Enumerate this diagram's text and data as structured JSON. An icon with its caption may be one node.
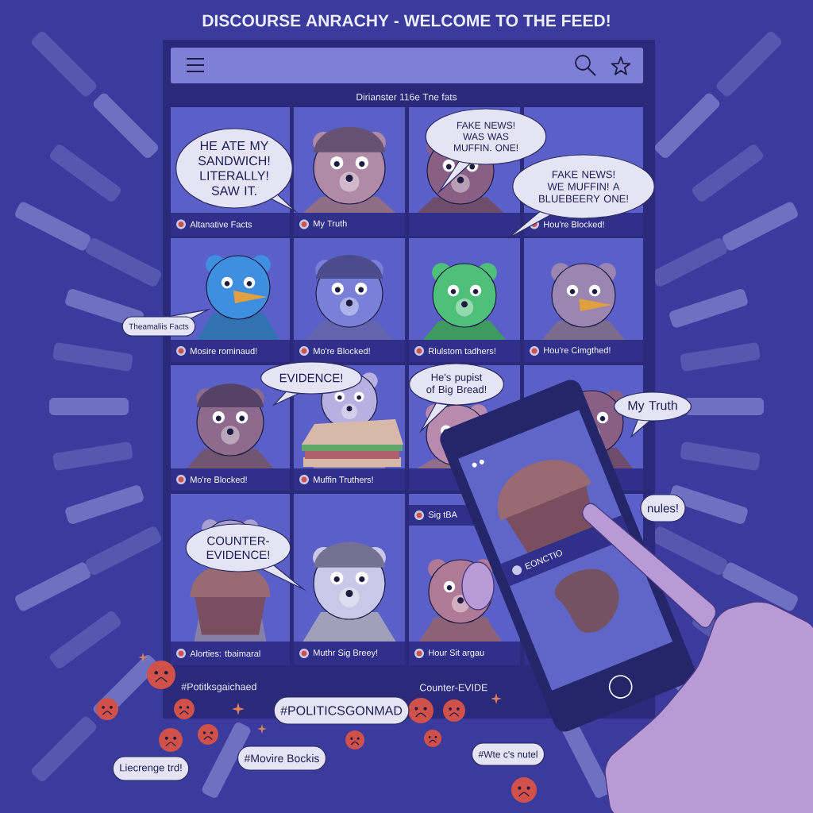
{
  "diagram": {
    "title": "DISCOURSE ANRACHY - WELCOME TO THE FEED!",
    "nodes": [
      {
        "text": [
          "HE ATE MY SANDWICH! LITERALLY! SAW IT."
        ]
      },
      {
        "text": [
          "FAKE NEWS! WAS WAS MUFFIN. ONE!"
        ]
      },
      {
        "text": [
          "FAKE NEWS! WE MUFFIN! A BLUEBEERY ONE!"
        ]
      },
      {
        "text": [
          "Theamaliis Facts"
        ]
      },
      {
        "text": [
          "EVIDENCE!"
        ]
      },
      {
        "text": [
          "He's pupist of Big Bread!"
        ]
      },
      {
        "text": [
          "My Truth"
        ]
      },
      {
        "text": [
          "COUNTER-EVIDENCE!"
        ]
      },
      {
        "text": [
          "nules!"
        ]
      },
      {
        "text": [
          "#POLITICSGONMAD"
        ]
      },
      {
        "text": [
          "#Movire Bockis"
        ]
      },
      {
        "text": [
          "Liecrenge trd!"
        ]
      },
      {
        "text": [
          "#Wte c's nutel"
        ]
      }
    ],
    "labels": [
      "Dirianster 116e Tne fats",
      "Altanative Facts",
      "My Truth",
      "Hou're Blocked!",
      "Mosire rominaud!",
      "Mo're Blocked!",
      "Rlulstom tadhers!",
      "Hou're Cimgthed!",
      "Mo're Blocked!",
      "Muffin Truthers!",
      "Sig tBA",
      "Alorties: tbaimaral",
      "Muthr Sig Breey!",
      "Hour Sit argau",
      "EONCTIO",
      "#Potitksgaichaed",
      "Counter-EVIDE"
    ]
  }
}
